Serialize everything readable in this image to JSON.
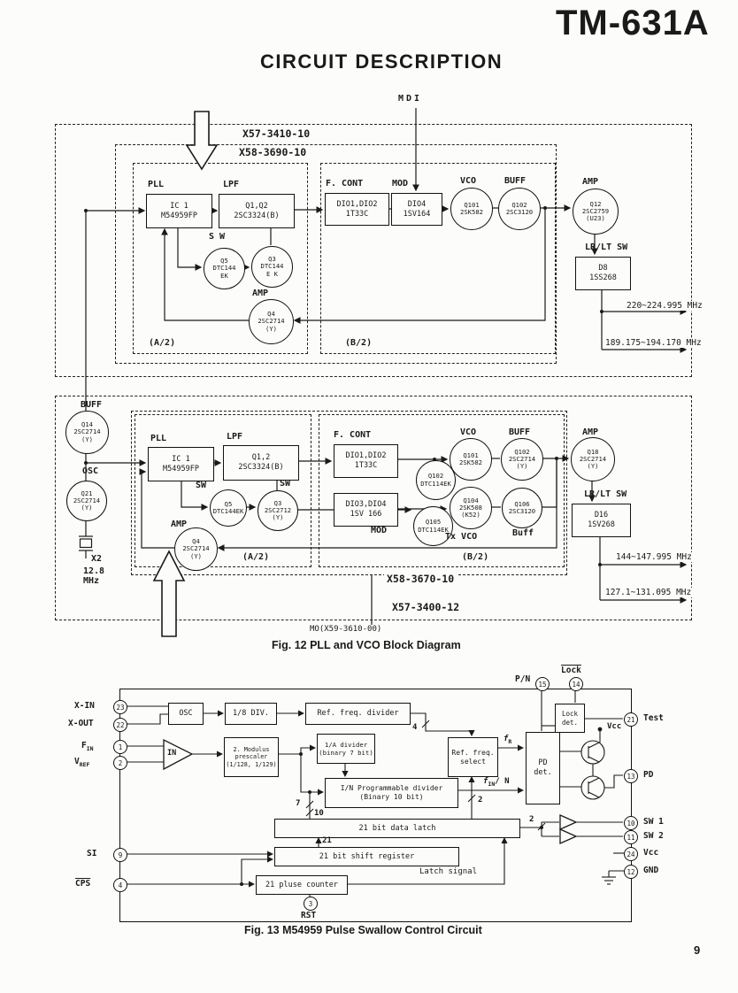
{
  "header": {
    "model": "TM-631A",
    "title": "CIRCUIT DESCRIPTION",
    "page_number": "9"
  },
  "fig12": {
    "caption": "Fig. 12  PLL and VCO Block Diagram",
    "mo_label": "MO(X59-3610-00)",
    "top": {
      "board_outer": "X57-3410-10",
      "board_inner": "X58-3690-10",
      "md1": "MDI",
      "pll_label": "PLL",
      "pll": "IC 1\nM54959FP",
      "lpf_label": "LPF",
      "lpf": "Q1,Q2\n2SC3324(B)",
      "sw_label": "S W",
      "q5": "Q5\nDTC144\nEK",
      "q3": "Q3\nDTC144\nE K",
      "amp1_label": "AMP",
      "q4": "Q4\n2SC2714\n(Y)",
      "fcont_label": "F. CONT",
      "fcont": "DIO1,DIO2\n1T33C",
      "mod_label": "MOD",
      "mod": "DIO4\n1SV164",
      "vco_label": "VCO",
      "q101": "Q101\n2SK582",
      "buff_label": "BUFF",
      "q102": "Q102\n2SC3120",
      "amp2_label": "AMP",
      "q12": "Q12\n2SC2759\n(U23)",
      "lrlt_label": "LR/LT SW",
      "d8": "D8\n1SS268",
      "out1": "220~224.995 MHz",
      "out2": "189.175~194.170 MHz",
      "a2": "(A/2)",
      "b2": "(B/2)"
    },
    "bottom": {
      "board_inner": "X58-3670-10",
      "board_outer": "X57-3400-12",
      "buff_label": "BUFF",
      "q14": "Q14\n2SC2714\n(Y)",
      "osc_label": "OSC",
      "q21": "Q21\n2SC2714\n(Y)",
      "x2": "X2",
      "x2_freq": "12.8\nMHz",
      "pll_label": "PLL",
      "pll": "IC 1\nM54959FP",
      "lpf_label": "LPF",
      "lpf": "Q1,2\n2SC3324(B)",
      "sw_label_1": "SW",
      "sw_label_2": "SW",
      "q5": "Q5\nDTC144EK",
      "q3": "Q3\n2SC2712\n(Y)",
      "amp1_label": "AMP",
      "q4": "Q4\n2SC2714\n(Y)",
      "fcont_label": "F. CONT",
      "fcont": "DIO1,DIO2\n1T33C",
      "q102_sw": "Q102\nDTC114EK",
      "mod": "DIO3,DIO4\n1SV 166",
      "mod_label": "MOD",
      "q105": "Q105\nDTC114EK",
      "txvco_label": "Tx VCO",
      "vco_label": "VCO",
      "q101": "Q101\n2SK582",
      "buff2_label": "BUFF",
      "q102": "Q102\n2SC2714\n(Y)",
      "q104": "Q104\n2SK508\n(K52)",
      "q106": "Q106\n2SC3120",
      "buff3_label": "Buff",
      "amp2_label": "AMP",
      "q18": "Q18\n2SC2714\n(Y)",
      "lrlt_label": "LR/LT SW",
      "d16": "D16\n1SV268",
      "out1": "144~147.995 MHz",
      "out2": "127.1~131.095 MHz",
      "a2": "(A/2)",
      "b2": "(B/2)"
    }
  },
  "fig13": {
    "caption": "Fig. 13  M54959 Pulse Swallow Control Circuit",
    "pins": {
      "xin": {
        "label": "X-IN",
        "num": "23"
      },
      "xout": {
        "label": "X-OUT",
        "num": "22"
      },
      "fin": {
        "base": "F",
        "sub": "IN",
        "num": "1"
      },
      "vref": {
        "base": "V",
        "sub": "REF",
        "num": "2"
      },
      "si": {
        "label": "SI",
        "num": "9"
      },
      "cps": {
        "label": "CPS",
        "num": "4"
      },
      "pn": {
        "label": "P/N",
        "num": "15"
      },
      "lock": {
        "label": "Lock",
        "num": "14"
      },
      "test": {
        "label": "Test",
        "num": "21"
      },
      "pd": {
        "label": "PD",
        "num": "13"
      },
      "sw1": {
        "label": "SW 1",
        "num": "10"
      },
      "sw2": {
        "label": "SW 2",
        "num": "11"
      },
      "vcc": {
        "label": "Vcc",
        "num": "24"
      },
      "gnd": {
        "label": "GND",
        "num": "12"
      },
      "rst": {
        "label": "RST",
        "num": "3"
      }
    },
    "blocks": {
      "osc": "OSC",
      "div8": "1/8 DIV.",
      "ref_div": "Ref. freq. divider",
      "in_amp": "IN",
      "prescaler": "2. Modulus\nprescaler\n(1/128, 1/129)",
      "a_divider": "1/A divider\n(binary 7 bit)",
      "n_divider": "I/N Programmable divider\n(Binary 10 bit)",
      "ref_select": "Ref. freq.\nselect",
      "pd_det": "PD\ndet.",
      "lock_det": "Lock\ndet.",
      "data_latch": "21 bit data latch",
      "shift_reg": "21 bit shift register",
      "pulse_counter": "21 pluse counter"
    },
    "labels": {
      "bus4": "4",
      "fr_base": "f",
      "fr_sub": "R",
      "fin_base": "f",
      "fin_sub": "IN",
      "fin_rest": "/ N",
      "bus7": "7",
      "bus10": "10",
      "bus2a": "2",
      "bus21": "21",
      "bus2b": "2",
      "latch_signal": "Latch signal",
      "vcc_internal": "Vcc"
    }
  }
}
